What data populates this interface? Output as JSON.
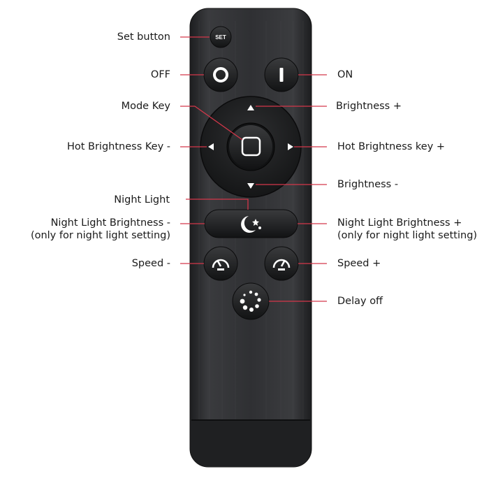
{
  "remote": {
    "set_text": "SET",
    "off_glyph": "O",
    "on_glyph": "I"
  },
  "labels": {
    "set_button": "Set button",
    "off": "OFF",
    "on": "ON",
    "mode_key": "Mode Key",
    "brightness_plus": "Brightness +",
    "hot_brightness_minus": "Hot Brightness Key -",
    "hot_brightness_plus": "Hot Brightness key +",
    "brightness_minus": "Brightness -",
    "night_light": "Night Light",
    "night_light_brightness_minus_1": "Night Light Brightness  -",
    "night_light_brightness_minus_2": "(only for night light setting)",
    "night_light_brightness_plus_1": "Night Light Brightness +",
    "night_light_brightness_plus_2": "(only for night light setting)",
    "speed_minus": "Speed -",
    "speed_plus": "Speed +",
    "delay_off": "Delay off"
  },
  "colors": {
    "leader_line": "#d4374a",
    "remote_body": "#2b2c2e",
    "button_face": "#1e1f21",
    "button_glyph": "#ffffff"
  },
  "icons": [
    "up-arrow-icon",
    "down-arrow-icon",
    "left-arrow-icon",
    "right-arrow-icon",
    "moon-stars-icon",
    "speedometer-icon",
    "dotted-circle-icon"
  ]
}
